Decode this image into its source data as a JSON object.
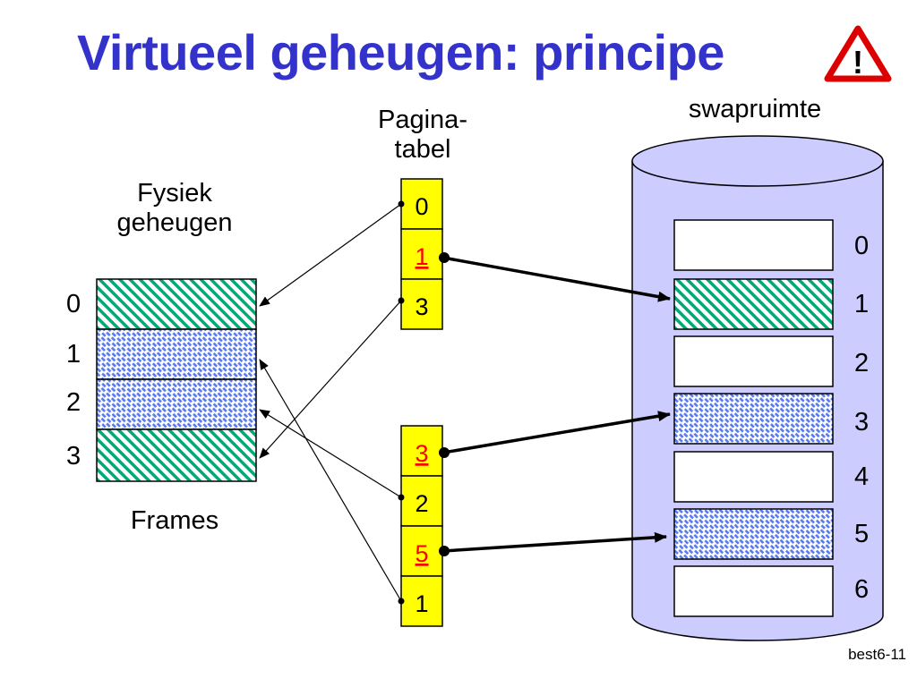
{
  "title": "Virtueel geheugen: principe",
  "warning_icon": "warning-triangle-icon",
  "physical_memory": {
    "label_line1": "Fysiek",
    "label_line2": "geheugen",
    "frames_label": "Frames",
    "frame_numbers": [
      "0",
      "1",
      "2",
      "3"
    ]
  },
  "page_table": {
    "label_line1": "Pagina-",
    "label_line2": "tabel",
    "top_entries": [
      "0",
      "1",
      "3"
    ],
    "bottom_entries": [
      "3",
      "2",
      "5",
      "1"
    ]
  },
  "swap": {
    "label": "swapruimte",
    "slot_numbers": [
      "0",
      "1",
      "2",
      "3",
      "4",
      "5",
      "6"
    ]
  },
  "footer": "best6-11",
  "colors": {
    "title": "#3333cc",
    "page_table_fill": "#ffff00",
    "swap_cylinder": "#ccccff",
    "swapped_entry_text": "#ff0000",
    "green_hatch": "#00aa77",
    "blue_hatch": "#5577ee"
  }
}
